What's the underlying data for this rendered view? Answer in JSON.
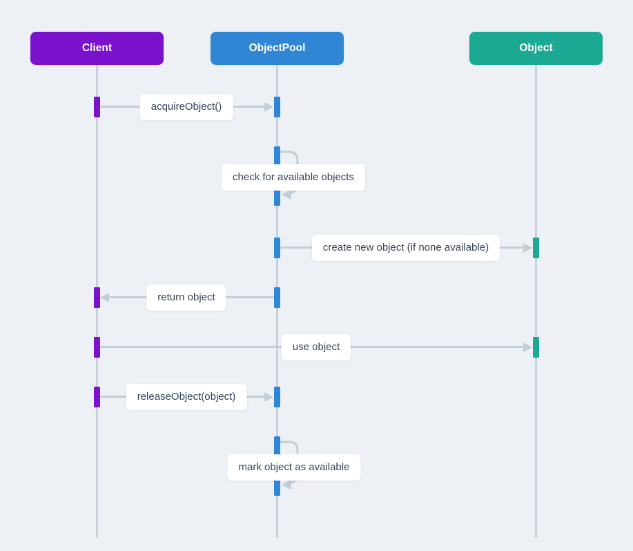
{
  "diagram": {
    "type": "sequence",
    "actors": [
      {
        "name": "Client",
        "color": "#7a11cd"
      },
      {
        "name": "ObjectPool",
        "color": "#2e86d5"
      },
      {
        "name": "Object",
        "color": "#1ca993"
      }
    ],
    "messages": [
      {
        "from": "Client",
        "to": "ObjectPool",
        "label": "acquireObject()",
        "type": "arrow"
      },
      {
        "from": "ObjectPool",
        "to": "ObjectPool",
        "label": "check for available objects",
        "type": "self"
      },
      {
        "from": "ObjectPool",
        "to": "Object",
        "label": "create new object (if none available)",
        "type": "arrow"
      },
      {
        "from": "ObjectPool",
        "to": "Client",
        "label": "return object",
        "type": "arrow"
      },
      {
        "from": "Client",
        "to": "Object",
        "label": "use object",
        "type": "arrow"
      },
      {
        "from": "Client",
        "to": "ObjectPool",
        "label": "releaseObject(object)",
        "type": "arrow"
      },
      {
        "from": "ObjectPool",
        "to": "ObjectPool",
        "label": "mark object as available",
        "type": "self"
      }
    ],
    "colors": {
      "background": "#edf1f5",
      "lifeline": "#c9d2dc",
      "arrow": "#c3cdd7",
      "label_background": "#ffffff",
      "label_text": "#33445a"
    }
  }
}
